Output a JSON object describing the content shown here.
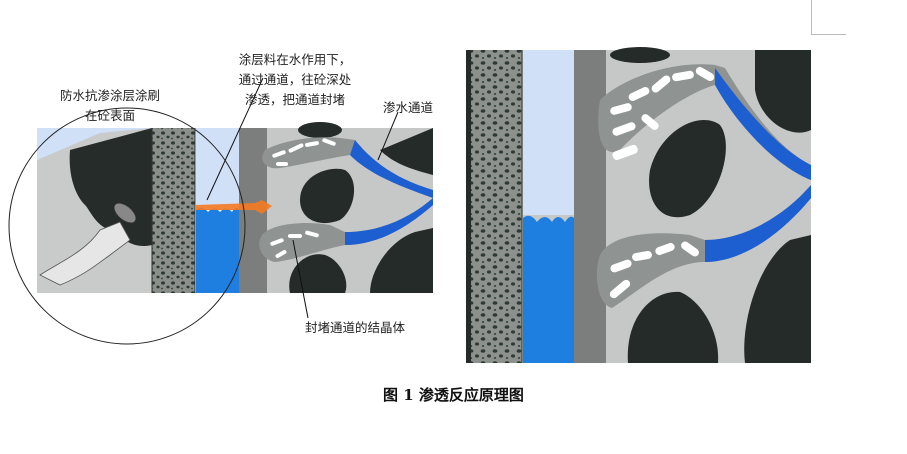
{
  "figure": {
    "caption": "图 1 渗透反应原理图",
    "left_panel": {
      "annotations": {
        "brush_label_line1": "防水抗渗涂层涂刷",
        "brush_label_line2": "在砼表面",
        "coating_label_line1": "涂层料在水作用下，",
        "coating_label_line2": "通过通道，往砼深处",
        "coating_label_line3": "渗透，把通道封堵",
        "channel_label": "渗水通道",
        "crystal_label": "封堵通道的结晶体"
      }
    },
    "right_panel": {
      "description": "enlarged view of crystals sealing water channels"
    },
    "colors": {
      "water_blue": "#1e7fe0",
      "channel_blue": "#1d5fd0",
      "sky_blue": "#cfe0f7",
      "concrete_gray": "#c6c8c8",
      "dark_void": "#242b29",
      "penetration_orange": "#f47a20",
      "crystal_white": "#ffffff"
    }
  }
}
